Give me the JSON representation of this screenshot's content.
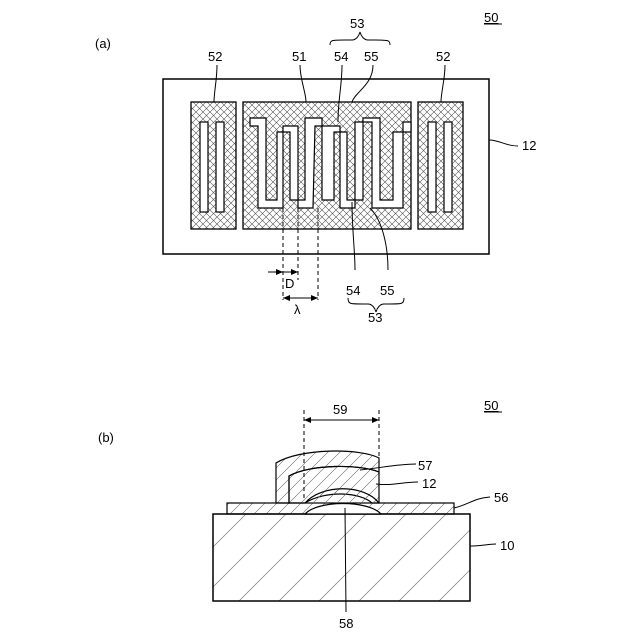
{
  "figure_a": {
    "panel_label": "(a)",
    "device_label": "50",
    "labels": {
      "reflector_left": "52",
      "reflector_right": "52",
      "idt": "51",
      "electrode_group_top": "53",
      "electrode_top_a": "54",
      "electrode_top_b": "55",
      "substrate": "12",
      "electrode_bottom_a": "54",
      "electrode_bottom_b": "55",
      "electrode_group_bottom": "53",
      "gap": "D",
      "wavelength": "λ"
    }
  },
  "figure_b": {
    "panel_label": "(b)",
    "device_label": "50",
    "labels": {
      "span": "59",
      "cover": "57",
      "piezo_layer": "12",
      "bond_layer": "56",
      "base_substrate": "10",
      "cavity": "58"
    }
  }
}
